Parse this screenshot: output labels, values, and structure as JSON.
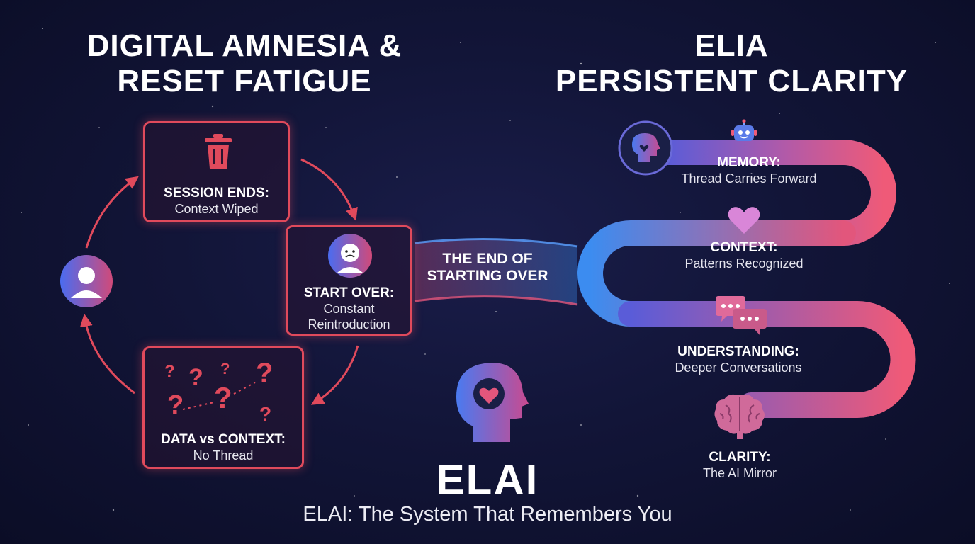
{
  "left_panel": {
    "title_line1": "DIGITAL AMNESIA &",
    "title_line2": "RESET FATIGUE",
    "cycle": [
      {
        "heading": "SESSION ENDS:",
        "text": "Context Wiped",
        "icon": "trash-icon"
      },
      {
        "heading": "START OVER:",
        "text_line1": "Constant",
        "text_line2": "Reintroduction",
        "icon": "sad-face-icon"
      },
      {
        "heading": "DATA vs CONTEXT:",
        "text": "No Thread",
        "icon": "question-marks-icon"
      }
    ],
    "user_icon": "user-avatar-icon"
  },
  "bridge": {
    "line1": "THE END OF",
    "line2": "STARTING OVER"
  },
  "right_panel": {
    "title_line1": "ELIA",
    "title_line2": "PERSISTENT CLARITY",
    "steps": [
      {
        "heading": "MEMORY:",
        "text": "Thread Carries Forward",
        "icon": "robot-icon"
      },
      {
        "heading": "CONTEXT:",
        "text": "Patterns Recognized",
        "icon": "heart-icon"
      },
      {
        "heading": "UNDERSTANDING:",
        "text": "Deeper Conversations",
        "icon": "chat-bubbles-icon"
      },
      {
        "heading": "CLARITY:",
        "text": "The AI Mirror",
        "icon": "brain-icon"
      }
    ]
  },
  "center": {
    "brand": "ELAI",
    "tagline": "ELAI: The System That Remembers You",
    "logo_icon": "head-heart-icon"
  },
  "colors": {
    "background": "#121538",
    "red_accent": "#e04a5c",
    "blue_accent": "#3c8cf0",
    "pink_accent": "#ef5a78",
    "purple_accent": "#7a4fc8"
  }
}
